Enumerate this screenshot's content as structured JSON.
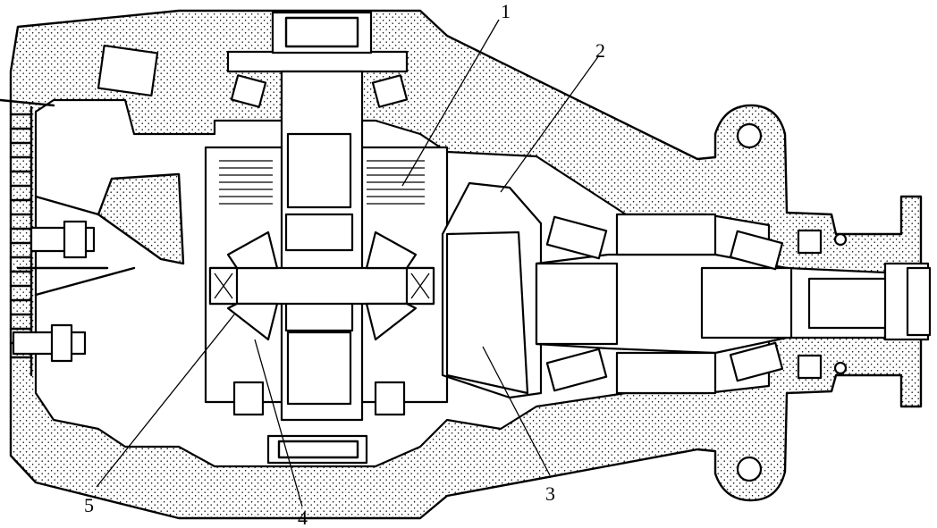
{
  "figure": {
    "callouts": [
      {
        "id": "1",
        "text": "1"
      },
      {
        "id": "2",
        "text": "2"
      },
      {
        "id": "3",
        "text": "3"
      },
      {
        "id": "4",
        "text": "4"
      },
      {
        "id": "5",
        "text": "5"
      }
    ]
  }
}
